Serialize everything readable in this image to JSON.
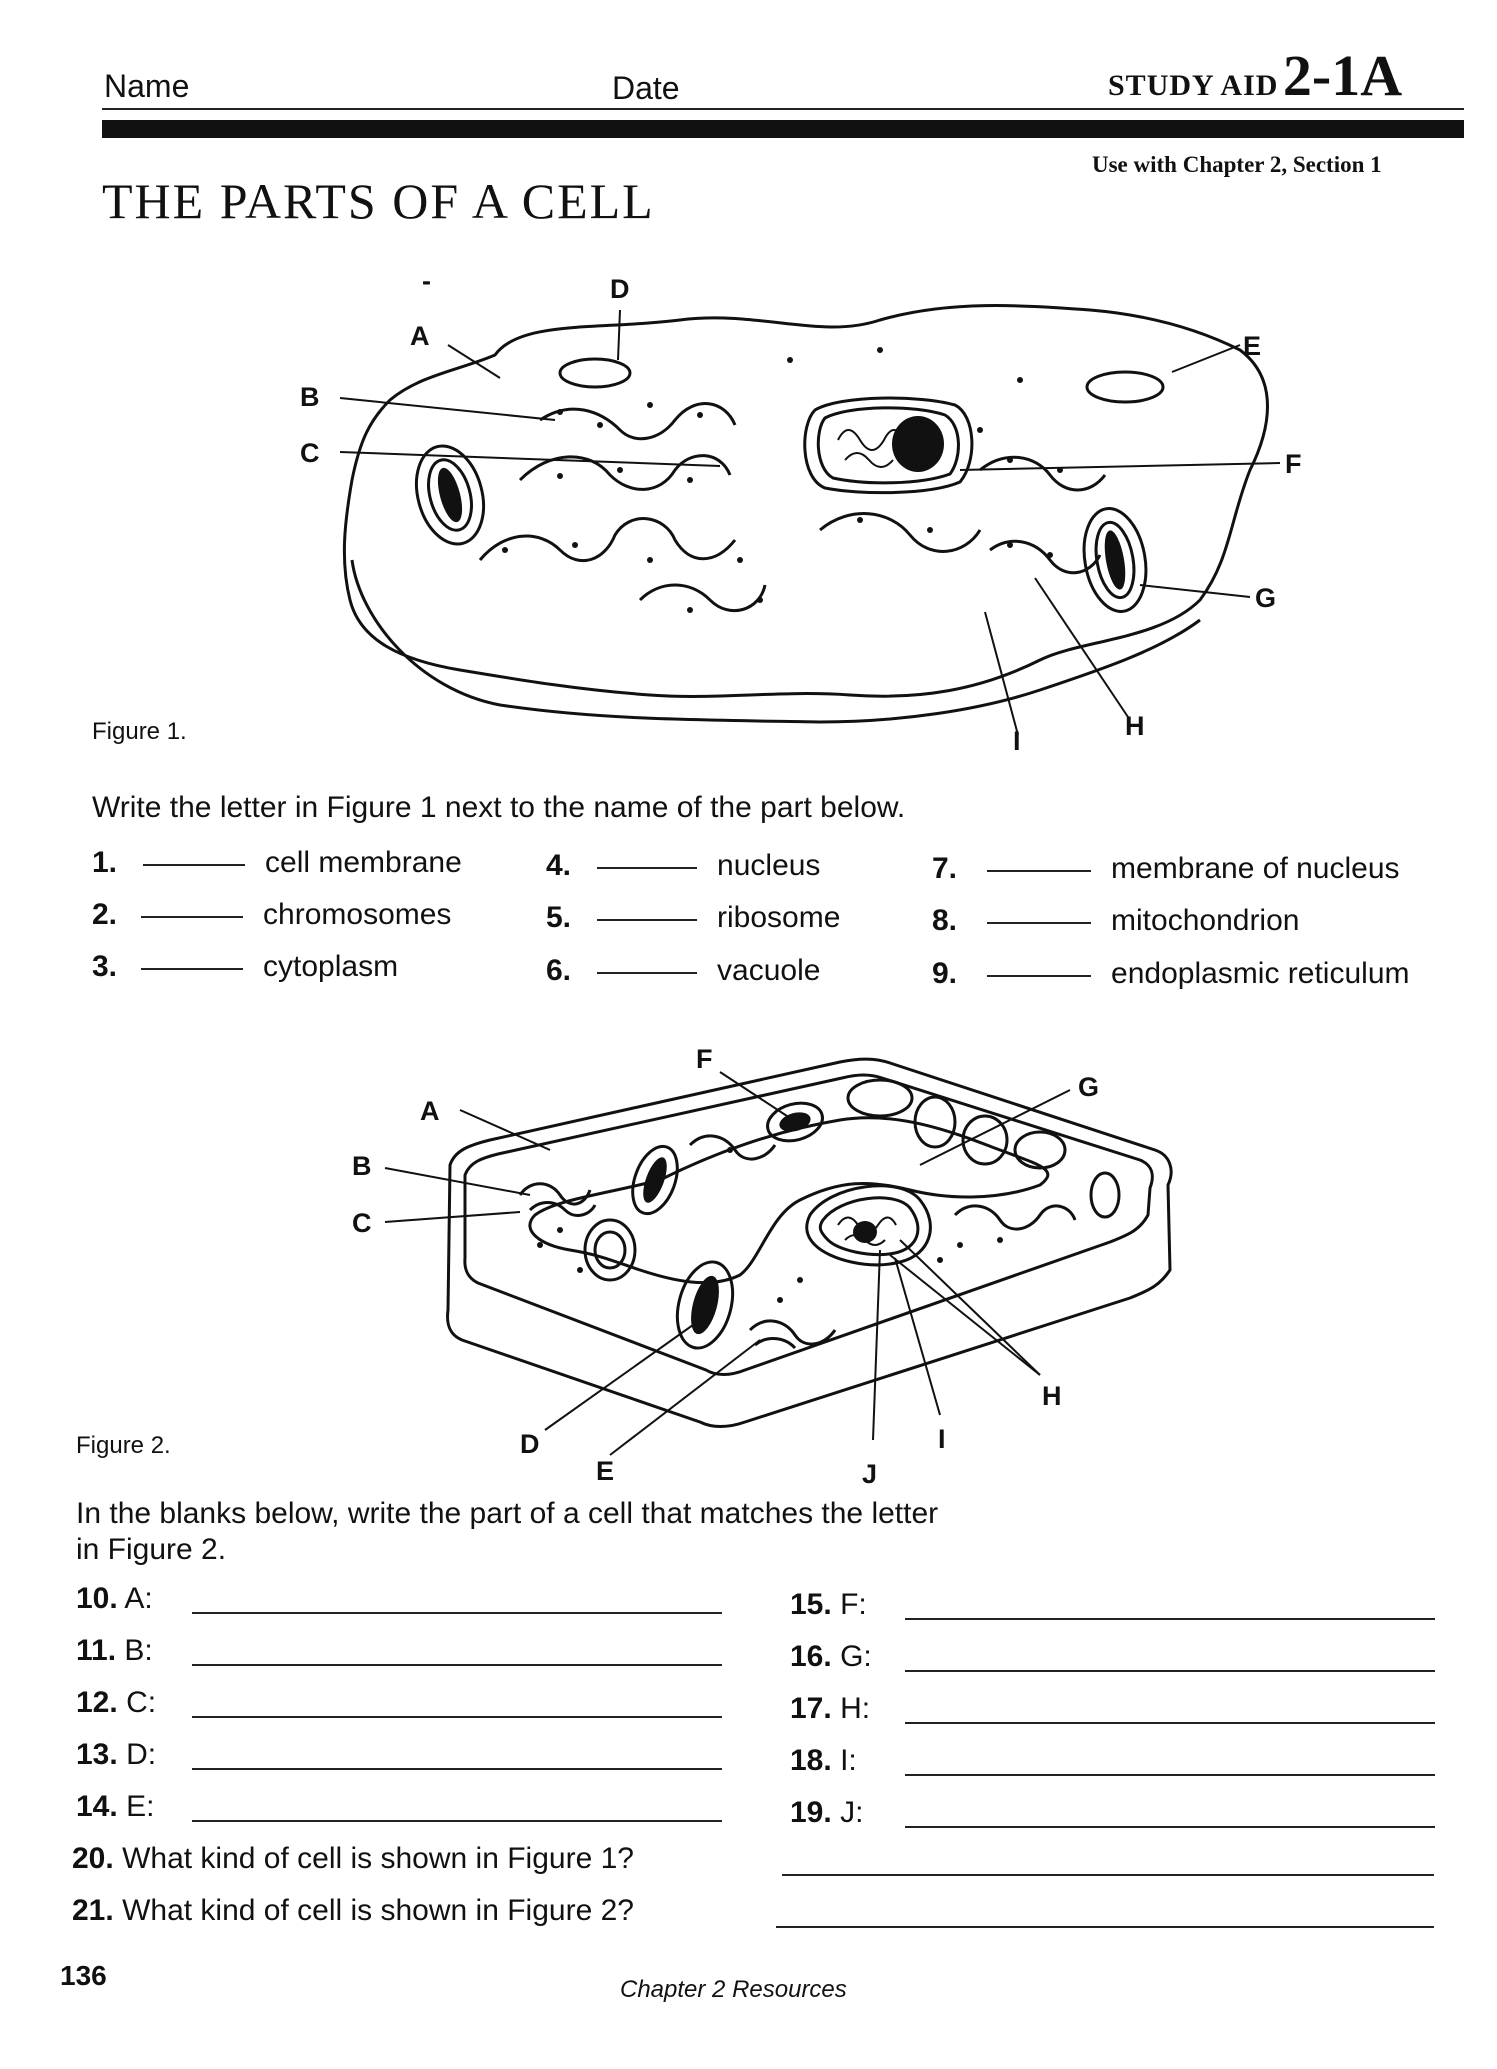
{
  "header": {
    "name_label": "Name",
    "date_label": "Date",
    "study_aid_label": "STUDY AID",
    "study_aid_number": "2-1A",
    "use_with": "Use with Chapter 2, Section 1",
    "title": "THE PARTS OF A CELL"
  },
  "figure1": {
    "caption": "Figure 1.",
    "labels": [
      "A",
      "B",
      "C",
      "D",
      "E",
      "F",
      "G",
      "H",
      "I"
    ],
    "stray_mark": "-"
  },
  "section1": {
    "instruction": "Write the letter in Figure 1 next to the name of the part below.",
    "items": [
      {
        "num": "1.",
        "text": "cell membrane"
      },
      {
        "num": "2.",
        "text": "chromosomes"
      },
      {
        "num": "3.",
        "text": "cytoplasm"
      },
      {
        "num": "4.",
        "text": "nucleus"
      },
      {
        "num": "5.",
        "text": "ribosome"
      },
      {
        "num": "6.",
        "text": "vacuole"
      },
      {
        "num": "7.",
        "text": "membrane of nucleus"
      },
      {
        "num": "8.",
        "text": "mitochondrion"
      },
      {
        "num": "9.",
        "text": "endoplasmic reticulum"
      }
    ]
  },
  "figure2": {
    "caption": "Figure 2.",
    "labels": [
      "A",
      "B",
      "C",
      "D",
      "E",
      "F",
      "G",
      "H",
      "I",
      "J"
    ]
  },
  "section2": {
    "instruction_line1": "In the blanks below, write the part of a cell that matches the letter",
    "instruction_line2": "in Figure 2.",
    "items": [
      {
        "num": "10.",
        "text": "A:"
      },
      {
        "num": "11.",
        "text": "B:"
      },
      {
        "num": "12.",
        "text": "C:"
      },
      {
        "num": "13.",
        "text": "D:"
      },
      {
        "num": "14.",
        "text": "E:"
      },
      {
        "num": "15.",
        "text": "F:"
      },
      {
        "num": "16.",
        "text": "G:"
      },
      {
        "num": "17.",
        "text": "H:"
      },
      {
        "num": "18.",
        "text": "I:"
      },
      {
        "num": "19.",
        "text": "J:"
      }
    ],
    "q20_num": "20.",
    "q20_text": "What kind of cell is shown in Figure 1?",
    "q21_num": "21.",
    "q21_text": "What kind of cell is shown in Figure 2?"
  },
  "footer": {
    "page_number": "136",
    "resources": "Chapter 2 Resources"
  }
}
